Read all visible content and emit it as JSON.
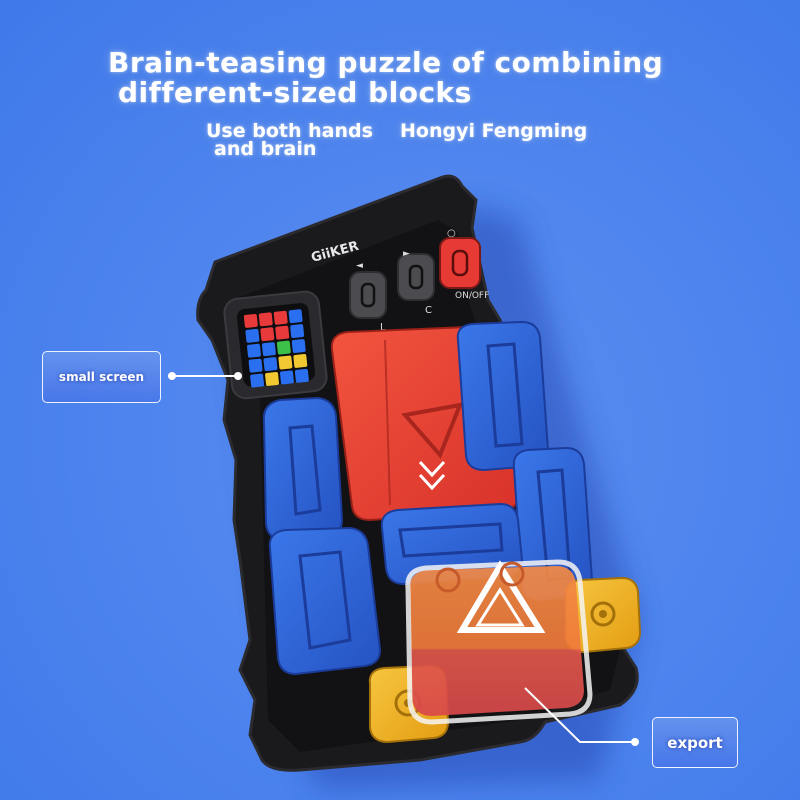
{
  "headline": {
    "line1": "Brain-teasing puzzle of combining",
    "line2": "different-sized blocks"
  },
  "subline": {
    "part1": "Use both hands",
    "part2": "and brain",
    "brand_text": "Hongyi Fengming"
  },
  "device": {
    "logo": "GiiKER",
    "buttons": [
      {
        "symbol": "◄",
        "label": "L"
      },
      {
        "symbol": "►",
        "label": "C"
      },
      {
        "symbol": "○",
        "label": "ON/OFF"
      }
    ],
    "screen_grid": [
      [
        "#e83a3a",
        "#e83a3a",
        "#e83a3a",
        "#2a6ff0"
      ],
      [
        "#2a6ff0",
        "#e83a3a",
        "#e83a3a",
        "#2a6ff0"
      ],
      [
        "#2a6ff0",
        "#2a6ff0",
        "#3cc04a",
        "#2a6ff0"
      ],
      [
        "#2a6ff0",
        "#2a6ff0",
        "#f2c832",
        "#f2c832"
      ],
      [
        "#2a6ff0",
        "#f2c832",
        "#2a6ff0",
        "#2a6ff0"
      ]
    ]
  },
  "callouts": {
    "small_screen": "small screen",
    "export": "export"
  },
  "colors": {
    "background": "#4f85ee",
    "device_body": "#1a1a1c",
    "block_blue": "#2f66d6",
    "block_red": "#e84134",
    "block_yellow": "#f2b321",
    "block_orange": "#f07a3c"
  }
}
